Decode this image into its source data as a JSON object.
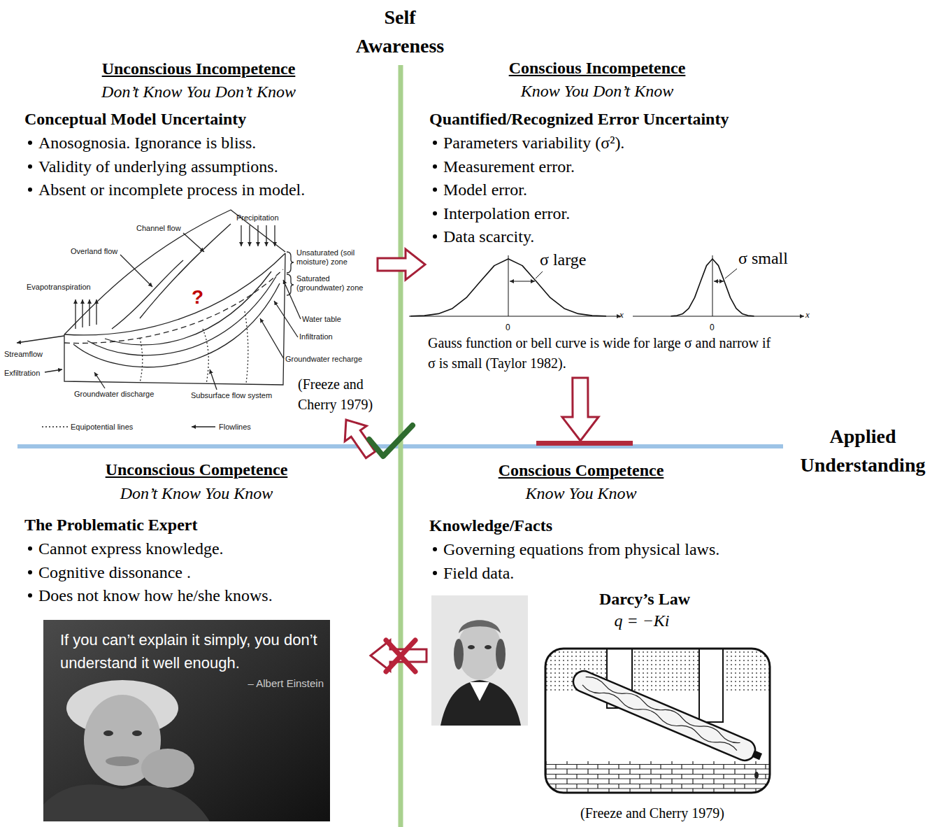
{
  "diagram": {
    "nodes": [
      {
        "text": [
          "Unconscious Incompetence",
          "Don’t Know You Don’t Know",
          "Conceptual Model Uncertainty",
          "Anosognosia. Ignorance is bliss.",
          "Validity of underlying assumptions.",
          "Absent or incomplete process in model."
        ]
      },
      {
        "text": [
          "Conscious Incompetence",
          "Know You Don’t Know",
          "Quantified/Recognized Error Uncertainty",
          "Parameters variability (σ²).",
          "Measurement error.",
          "Model error.",
          "Interpolation error.",
          "Data scarcity."
        ]
      },
      {
        "text": [
          "Unconscious Competence",
          "Don’t Know You Know",
          "The Problematic Expert",
          "Cannot express knowledge.",
          "Cognitive dissonance .",
          "Does not know how he/she knows."
        ]
      },
      {
        "text": [
          "If you can’t explain it simply, you don’t understand it well enough.",
          "– Albert Einstein"
        ],
        "in": 2
      },
      {
        "text": [
          "Conscious Competence",
          "Know You Know",
          "Knowledge/Facts",
          "Governing equations from physical laws.",
          "Field data."
        ]
      }
    ],
    "edges": [
      {
        "from": 0,
        "to": 1,
        "arrow": "to"
      },
      {
        "from": 1,
        "to": 4,
        "arrow": "to"
      },
      {
        "from": 4,
        "to": 2,
        "arrow": "to"
      },
      {
        "from": 2,
        "to": 0,
        "arrow": "to"
      }
    ],
    "labels": [
      "Self Awareness",
      "?",
      "Precipitation",
      "Channel flow",
      "Overland flow",
      "Evapotranspiration",
      "Unsaturated (soil moisture) zone",
      "Saturated (groundwater) zone",
      "Water table",
      "Infiltration",
      "Groundwater recharge",
      "Streamflow",
      "Exfiltration",
      "Groundwater discharge",
      "Subsurface flow system",
      "(Freeze and Cherry 1979)",
      "σ large",
      "σ small",
      "0",
      "x",
      "0",
      "x",
      "Gauss function or bell curve is wide for large σ and narrow if σ is small (Taylor 1982).",
      "Applied Understanding",
      "Darcy’s Law",
      "q = −Ki",
      "(Freeze and Cherry 1979)"
    ],
    "legend": [
      {
        "text": "Equipotential lines"
      },
      {
        "text": "Flowlines"
      }
    ]
  }
}
